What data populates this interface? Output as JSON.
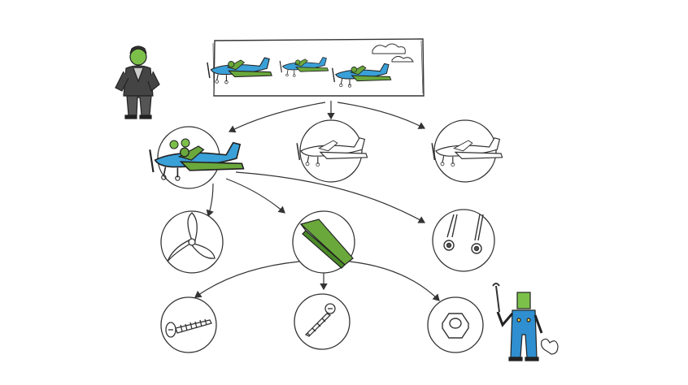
{
  "diagram": {
    "type": "hierarchy-sketch",
    "colors": {
      "plane_body": "#3aa0d8",
      "plane_wing": "#6aa83c",
      "figure_skin": "#7cc04a",
      "overalls": "#2f8fd0",
      "line": "#333333",
      "sketch_white": "#ffffff"
    },
    "nodes": [
      {
        "id": "fleet",
        "icon": "fleet-of-three-planes-icon"
      },
      {
        "id": "plane-instance",
        "icon": "airplane-colored-icon"
      },
      {
        "id": "plane-outline-1",
        "icon": "airplane-outline-icon"
      },
      {
        "id": "plane-outline-2",
        "icon": "airplane-outline-icon"
      },
      {
        "id": "propeller",
        "icon": "propeller-icon"
      },
      {
        "id": "wing",
        "icon": "wing-icon"
      },
      {
        "id": "landing-gear",
        "icon": "landing-gear-icon"
      },
      {
        "id": "screw-1",
        "icon": "wood-screw-icon"
      },
      {
        "id": "screw-2",
        "icon": "bolt-screw-icon"
      },
      {
        "id": "nut",
        "icon": "hex-nut-icon"
      }
    ],
    "figures": [
      {
        "id": "pilot",
        "icon": "pilot-figure-icon"
      },
      {
        "id": "mechanic",
        "icon": "mechanic-figure-icon"
      }
    ]
  }
}
